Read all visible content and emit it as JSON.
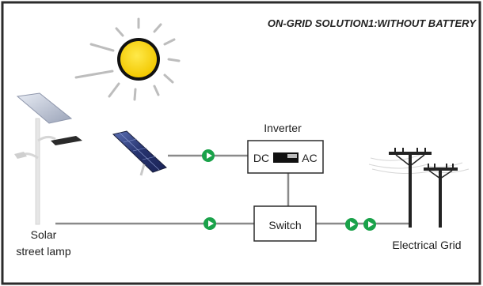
{
  "title": "ON-GRID SOLUTION1:WITHOUT BATTERY",
  "inverter": {
    "label": "Inverter",
    "dc": "DC",
    "ac": "AC"
  },
  "switch": {
    "label": "Switch"
  },
  "lamp": {
    "line1": "Solar",
    "line2": "street lamp"
  },
  "grid": {
    "label": "Electrical Grid"
  },
  "colors": {
    "frame": "#2b2b2b",
    "connector": "#1aa24a",
    "wire": "#8a8a8a",
    "sun": "#f6d50a",
    "panel": "#2d3a7a",
    "pole": "#222222"
  },
  "icons": [
    "sun-icon",
    "solar-panel-icon",
    "street-lamp-icon",
    "power-pole-icon",
    "connector-icon"
  ]
}
